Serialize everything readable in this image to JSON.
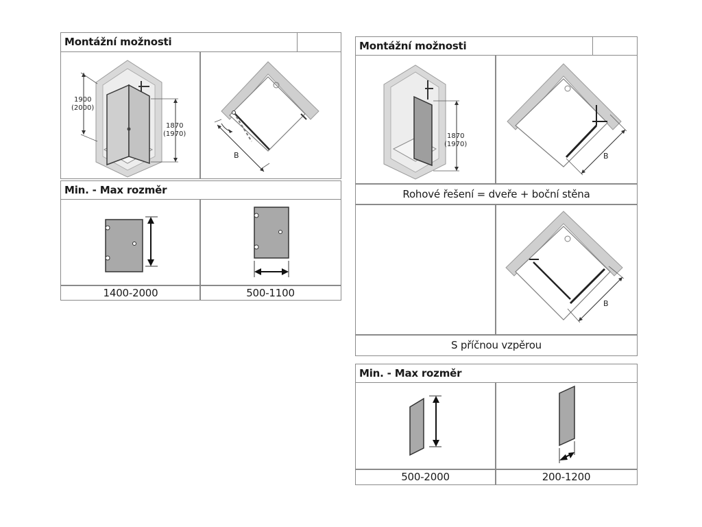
{
  "left": {
    "mount_title": "Montážní možnosti",
    "dims": {
      "height_a": "1900",
      "height_a_alt": "(2000)",
      "height_b": "1870",
      "height_b_alt": "(1970)",
      "width_label": "B"
    },
    "size_title": "Min. - Max rozměr",
    "size_captions": [
      "1400-2000",
      "500-1100"
    ]
  },
  "right": {
    "mount_title": "Montážní možnosti",
    "dims": {
      "height_b": "1870",
      "height_b_alt": "(1970)",
      "width_label": "B",
      "width_label_2": "B"
    },
    "caption_1": "Rohové řešení = dveře + boční stěna",
    "caption_2": "S příčnou vzpěrou",
    "size_title": "Min. - Max rozměr",
    "size_captions": [
      "500-2000",
      "200-1200"
    ]
  }
}
